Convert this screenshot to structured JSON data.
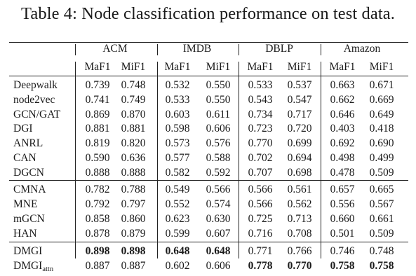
{
  "caption": "Table 4: Node classification performance on test data.",
  "table": {
    "datasets": [
      "ACM",
      "IMDB",
      "DBLP",
      "Amazon"
    ],
    "metrics": [
      "MaF1",
      "MiF1",
      "MaF1",
      "MiF1",
      "MaF1",
      "MiF1",
      "MaF1",
      "MiF1"
    ],
    "groups": [
      {
        "rows": [
          {
            "method": "Deepwalk",
            "values": [
              "0.739",
              "0.748",
              "0.532",
              "0.550",
              "0.533",
              "0.537",
              "0.663",
              "0.671"
            ],
            "bold": []
          },
          {
            "method": "node2vec",
            "values": [
              "0.741",
              "0.749",
              "0.533",
              "0.550",
              "0.543",
              "0.547",
              "0.662",
              "0.669"
            ],
            "bold": []
          },
          {
            "method": "GCN/GAT",
            "values": [
              "0.869",
              "0.870",
              "0.603",
              "0.611",
              "0.734",
              "0.717",
              "0.646",
              "0.649"
            ],
            "bold": []
          },
          {
            "method": "DGI",
            "values": [
              "0.881",
              "0.881",
              "0.598",
              "0.606",
              "0.723",
              "0.720",
              "0.403",
              "0.418"
            ],
            "bold": []
          },
          {
            "method": "ANRL",
            "values": [
              "0.819",
              "0.820",
              "0.573",
              "0.576",
              "0.770",
              "0.699",
              "0.692",
              "0.690"
            ],
            "bold": []
          },
          {
            "method": "CAN",
            "values": [
              "0.590",
              "0.636",
              "0.577",
              "0.588",
              "0.702",
              "0.694",
              "0.498",
              "0.499"
            ],
            "bold": []
          },
          {
            "method": "DGCN",
            "values": [
              "0.888",
              "0.888",
              "0.582",
              "0.592",
              "0.707",
              "0.698",
              "0.478",
              "0.509"
            ],
            "bold": []
          }
        ]
      },
      {
        "rows": [
          {
            "method": "CMNA",
            "values": [
              "0.782",
              "0.788",
              "0.549",
              "0.566",
              "0.566",
              "0.561",
              "0.657",
              "0.665"
            ],
            "bold": []
          },
          {
            "method": "MNE",
            "values": [
              "0.792",
              "0.797",
              "0.552",
              "0.574",
              "0.566",
              "0.562",
              "0.556",
              "0.567"
            ],
            "bold": []
          },
          {
            "method": "mGCN",
            "values": [
              "0.858",
              "0.860",
              "0.623",
              "0.630",
              "0.725",
              "0.713",
              "0.660",
              "0.661"
            ],
            "bold": []
          },
          {
            "method": "HAN",
            "values": [
              "0.878",
              "0.879",
              "0.599",
              "0.607",
              "0.716",
              "0.708",
              "0.501",
              "0.509"
            ],
            "bold": []
          }
        ]
      },
      {
        "rows": [
          {
            "method": "DMGI",
            "values": [
              "0.898",
              "0.898",
              "0.648",
              "0.648",
              "0.771",
              "0.766",
              "0.746",
              "0.748"
            ],
            "bold": [
              0,
              1,
              2,
              3
            ]
          },
          {
            "method": "DMGI",
            "method_sub": "attn",
            "values": [
              "0.887",
              "0.887",
              "0.602",
              "0.606",
              "0.778",
              "0.770",
              "0.758",
              "0.758"
            ],
            "bold": [
              4,
              5,
              6,
              7
            ]
          }
        ]
      }
    ]
  }
}
